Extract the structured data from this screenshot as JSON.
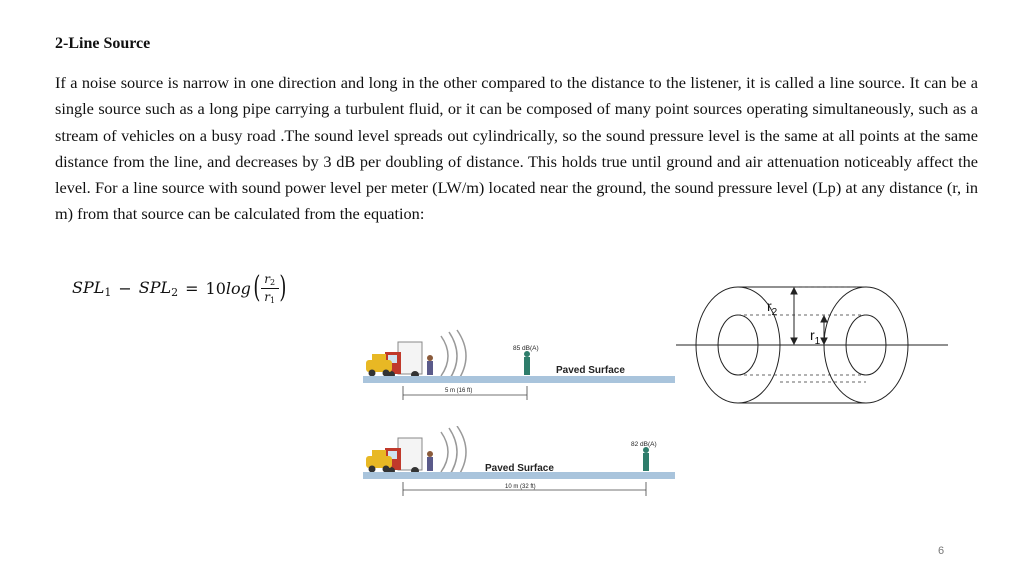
{
  "heading": "2-Line Source",
  "paragraph": "If a noise source is narrow in one direction and long in the other compared to the distance to the listener, it is called a line source. It can be a single source such as a long pipe carrying a turbulent fluid, or it can be composed of many point sources operating simultaneously, such as a stream of vehicles on a busy road .The sound level spreads out cylindrically, so the sound pressure level is the same at all points at the same distance from the line, and decreases by 3 dB per doubling of distance. This holds true until ground and air attenuation noticeably affect the level. For a line source with sound power level per meter (LW/m) located near the ground, the sound pressure level (Lp) at any distance (r, in m) from that source can be calculated from the equation:",
  "formula": {
    "term1": "SPL",
    "sub1": "1",
    "minus": "−",
    "term2": "SPL",
    "sub2": "2",
    "equals": "=",
    "coef": "10",
    "log": "log",
    "frac_num": "r",
    "frac_num_sub": "2",
    "frac_den": "r",
    "frac_den_sub": "1",
    "open_paren": "(",
    "close_paren": ")"
  },
  "figure_top": {
    "level": "85 dB(A)",
    "surface": "Paved Surface",
    "distance": "5 m (16 ft)"
  },
  "figure_bottom": {
    "level": "82 dB(A)",
    "surface": "Paved Surface",
    "distance": "10 m (32 ft)"
  },
  "cylinder": {
    "r2_label": "r",
    "r2_sub": "2",
    "r1_label": "r",
    "r1_sub": "1"
  },
  "page_number": "6",
  "colors": {
    "ground": "#a9c4dc",
    "truck_cab": "#c0392b",
    "truck_box": "#f4f4f4",
    "car": "#e8b824",
    "person": "#2e7d6b"
  }
}
